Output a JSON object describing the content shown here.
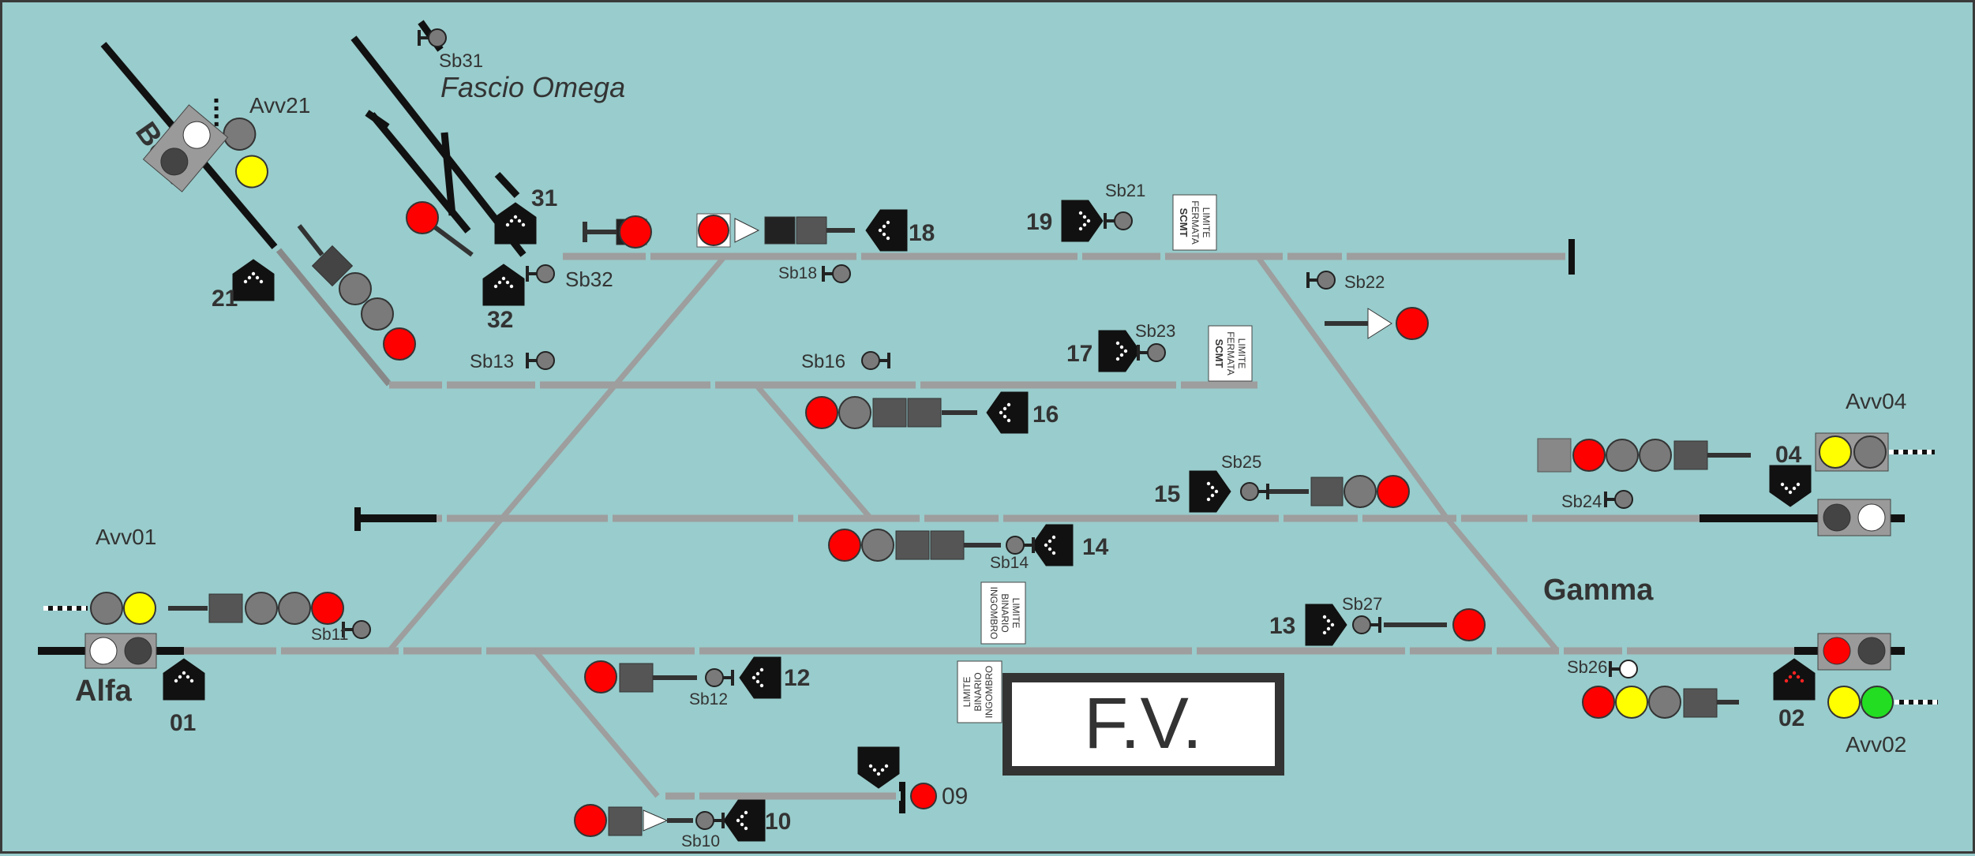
{
  "colors": {
    "background": "#99cccc",
    "track": "#707070",
    "segment": "#9e9e9e",
    "aspect_red": "#ff0000",
    "aspect_yellow": "#ffff00",
    "aspect_green": "#22dd22",
    "aspect_white": "#ffffff",
    "aspect_off": "#7a7a7a",
    "panel_border": "#333333"
  },
  "directions": {
    "alfa": "Alfa",
    "beta": "Beta",
    "gamma": "Gamma",
    "fascio_omega": "Fascio Omega"
  },
  "fv_label": "F.V.",
  "limit_signs": {
    "fermata_1": [
      "LIMITE",
      "FERMATA",
      "SCMT"
    ],
    "fermata_2": [
      "LIMITE",
      "FERMATA",
      "SCMT"
    ],
    "binario_1": [
      "LIMITE",
      "BINARIO",
      "INGOMBRO"
    ],
    "binario_2": [
      "LIMITE",
      "BINARIO",
      "INGOMBRO"
    ]
  },
  "advance_signals": {
    "avv01": "Avv01",
    "avv02": "Avv02",
    "avv04": "Avv04",
    "avv21": "Avv21"
  },
  "shunting_signals": {
    "sb10": "Sb10",
    "sb11": "Sb11",
    "sb12": "Sb12",
    "sb13": "Sb13",
    "sb14": "Sb14",
    "sb16": "Sb16",
    "sb18": "Sb18",
    "sb21": "Sb21",
    "sb22": "Sb22",
    "sb23": "Sb23",
    "sb24": "Sb24",
    "sb25": "Sb25",
    "sb26": "Sb26",
    "sb27": "Sb27",
    "sb31": "Sb31",
    "sb32": "Sb32"
  },
  "main_signals": {
    "s01": "01",
    "s02": "02",
    "s04": "04",
    "s09": "09",
    "s10": "10",
    "s12": "12",
    "s13": "13",
    "s14": "14",
    "s15": "15",
    "s16": "16",
    "s17": "17",
    "s18": "18",
    "s19": "19",
    "s21": "21",
    "s31": "31",
    "s32": "32"
  }
}
